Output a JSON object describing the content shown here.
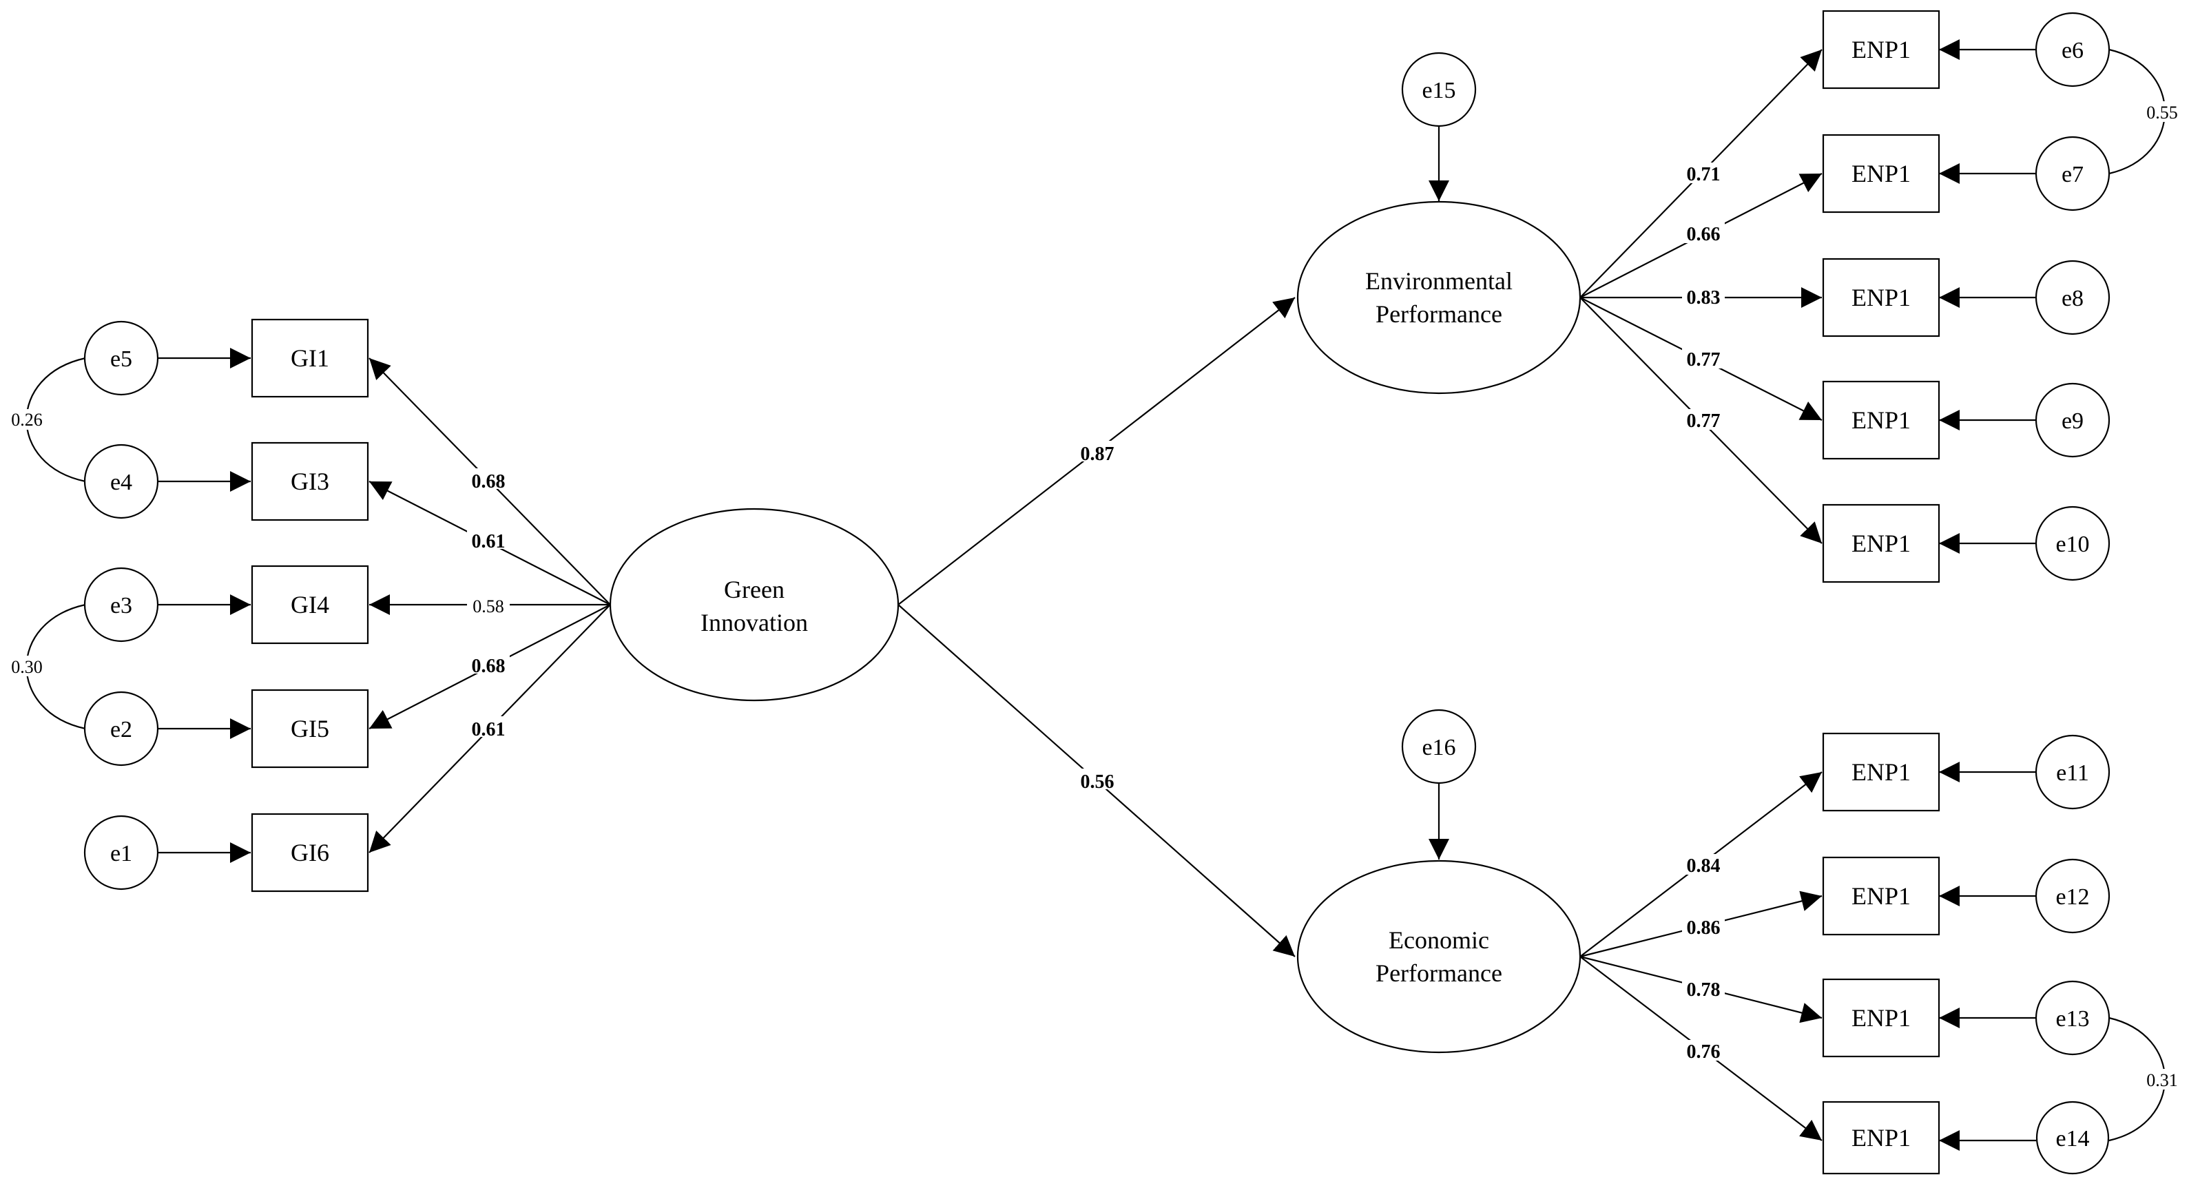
{
  "latents": {
    "green_innovation": [
      "Green",
      "Innovation"
    ],
    "environmental_performance": [
      "Environmental",
      "Performance"
    ],
    "economic_performance": [
      "Economic",
      "Performance"
    ]
  },
  "gi_indicators": [
    "GI1",
    "GI3",
    "GI4",
    "GI5",
    "GI6"
  ],
  "gi_errors": [
    "e5",
    "e4",
    "e3",
    "e2",
    "e1"
  ],
  "gi_loadings": [
    "0.68",
    "0.61",
    "0.58",
    "0.68",
    "0.61"
  ],
  "env_indicators": [
    "ENP1",
    "ENP1",
    "ENP1",
    "ENP1",
    "ENP1"
  ],
  "env_errors": [
    "e6",
    "e7",
    "e8",
    "e9",
    "e10"
  ],
  "env_loadings": [
    "0.71",
    "0.66",
    "0.83",
    "0.77",
    "0.77"
  ],
  "eco_indicators": [
    "ENP1",
    "ENP1",
    "ENP1",
    "ENP1"
  ],
  "eco_errors": [
    "e11",
    "e12",
    "e13",
    "e14"
  ],
  "eco_loadings": [
    "0.84",
    "0.86",
    "0.78",
    "0.76"
  ],
  "disturbances": {
    "environmental": "e15",
    "economic": "e16"
  },
  "paths": {
    "gi_to_env": "0.87",
    "gi_to_eco": "0.56"
  },
  "covariances": {
    "e5_e4": "0.26",
    "e3_e2": "0.30",
    "e6_e7": "0.55",
    "e13_e14": "0.31"
  }
}
